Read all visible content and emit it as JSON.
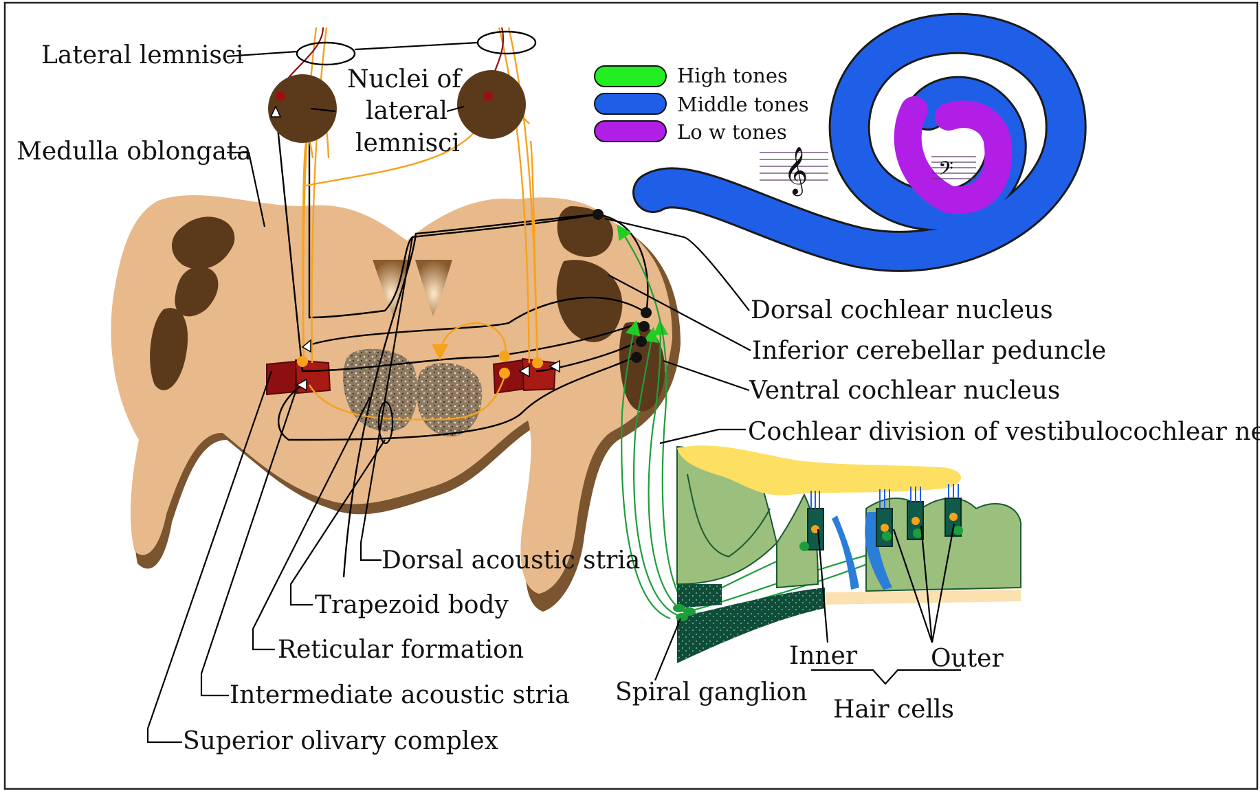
{
  "labels": {
    "lateral_lemnisci": "Lateral lemnisci",
    "nuclei_line1": "Nuclei of",
    "nuclei_line2": "lateral",
    "nuclei_line3": "lemnisci",
    "medulla_oblongata": "Medulla oblongata",
    "dorsal_cochlear_nucleus": "Dorsal cochlear nucleus",
    "inferior_cerebellar_peduncle": "Inferior cerebellar peduncle",
    "ventral_cochlear_nucleus": "Ventral cochlear nucleus",
    "cochlear_division": "Cochlear division of vestibulocochlear nerve",
    "dorsal_acoustic_stria": "Dorsal acoustic stria",
    "trapezoid_body": "Trapezoid body",
    "reticular_formation": "Reticular formation",
    "intermediate_acoustic_stria": "Intermediate acoustic stria",
    "superior_olivary_complex": "Superior olivary complex",
    "spiral_ganglion": "Spiral ganglion",
    "inner": "Inner",
    "outer": "Outer",
    "hair_cells": "Hair cells"
  },
  "legend": {
    "items": [
      {
        "label": "High tones",
        "color": "#22ee22"
      },
      {
        "label": "Middle tones",
        "color": "#1f5fe8"
      },
      {
        "label": "Lo w tones",
        "color": "#b11ee6"
      }
    ]
  },
  "colors": {
    "tissue": "#e8b98a",
    "tissue_shadow": "#7a5530",
    "nucleus_brown": "#5b3a1c",
    "olive_red": "#8c1010",
    "orange_path": "#f5a21c",
    "green_path": "#1d9e3c",
    "organ_green": "#9bbf7c",
    "tectorial_yellow": "#fde062"
  },
  "icons": {
    "treble_clef": "𝄞",
    "bass_clef": "𝄢"
  }
}
